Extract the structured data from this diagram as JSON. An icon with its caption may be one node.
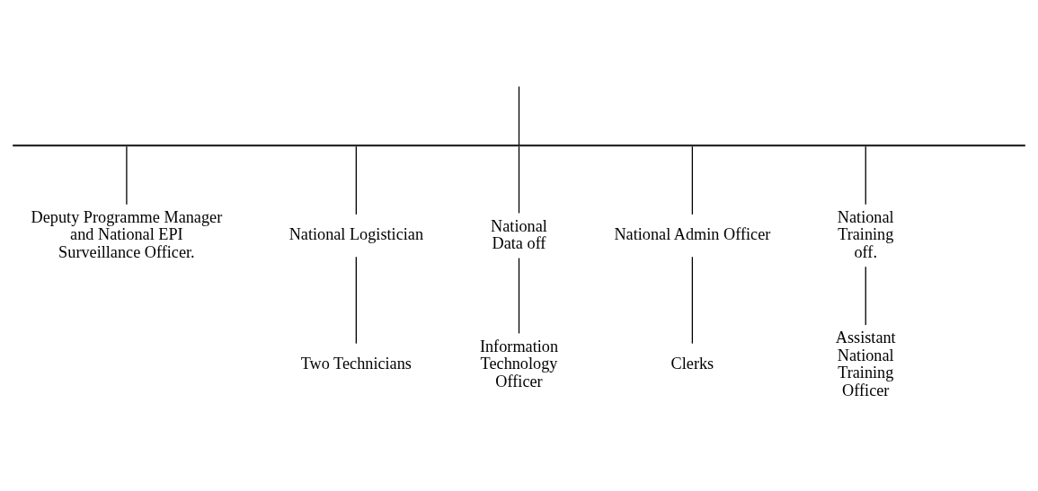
{
  "diagram": {
    "nodes": [
      {
        "text": [],
        "shape": "bar"
      },
      {
        "text": [
          "Deputy Programme Manager and National EPI Surveillance Officer."
        ]
      },
      {
        "text": [
          "National Logistician"
        ]
      },
      {
        "text": [
          "National Data off"
        ]
      },
      {
        "text": [
          "National Admin Officer"
        ]
      },
      {
        "text": [
          "National Training off."
        ]
      },
      {
        "text": [
          "Two Technicians"
        ]
      },
      {
        "text": [
          "Information Technology Officer"
        ]
      },
      {
        "text": [
          "Clerks"
        ]
      },
      {
        "text": [
          "Assistant National Training Officer"
        ]
      }
    ],
    "edges": [
      {
        "from": null,
        "to": 0,
        "arrow": "none"
      },
      {
        "from": 0,
        "to": 1,
        "arrow": "none"
      },
      {
        "from": 0,
        "to": 2,
        "arrow": "none"
      },
      {
        "from": 0,
        "to": 3,
        "arrow": "none"
      },
      {
        "from": 0,
        "to": 4,
        "arrow": "none"
      },
      {
        "from": 0,
        "to": 5,
        "arrow": "none"
      },
      {
        "from": 2,
        "to": 6,
        "arrow": "none"
      },
      {
        "from": 3,
        "to": 7,
        "arrow": "none"
      },
      {
        "from": 4,
        "to": 8,
        "arrow": "none"
      },
      {
        "from": 5,
        "to": 9,
        "arrow": "none"
      }
    ]
  }
}
